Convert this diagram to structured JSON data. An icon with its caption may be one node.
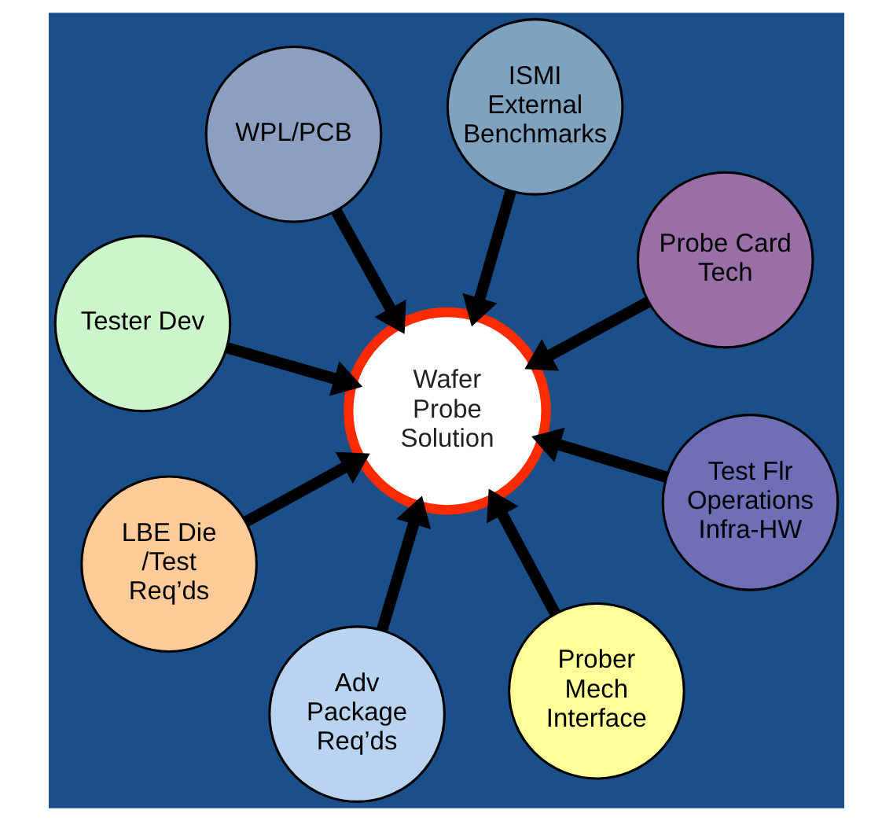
{
  "diagram": {
    "nodes": [
      {
        "text": [
          "Tester Dev"
        ]
      },
      {
        "text": [
          "Probe Card Tech"
        ]
      },
      {
        "text": [
          "Prober Mech Interface"
        ]
      },
      {
        "text": [
          "ISMI External Benchmarks"
        ]
      },
      {
        "text": [
          "Wafer Probe Solution"
        ]
      },
      {
        "text": [
          "WPL/PCB"
        ]
      },
      {
        "text": [
          "LBE Die /Test Req’ds"
        ]
      },
      {
        "text": [
          "Test Flr Operations Infra-HW"
        ]
      },
      {
        "text": [
          "Adv Package Req’ds"
        ]
      }
    ],
    "edges": [
      {
        "from": 0,
        "to": 4,
        "arrow": "to"
      },
      {
        "from": 1,
        "to": 4,
        "arrow": "to"
      },
      {
        "from": 2,
        "to": 4,
        "arrow": "to"
      },
      {
        "from": 3,
        "to": 4,
        "arrow": "to"
      },
      {
        "from": 5,
        "to": 4,
        "arrow": "to"
      },
      {
        "from": 6,
        "to": 4,
        "arrow": "to"
      },
      {
        "from": 7,
        "to": 4,
        "arrow": "to"
      },
      {
        "from": 8,
        "to": 4,
        "arrow": "to"
      }
    ]
  }
}
